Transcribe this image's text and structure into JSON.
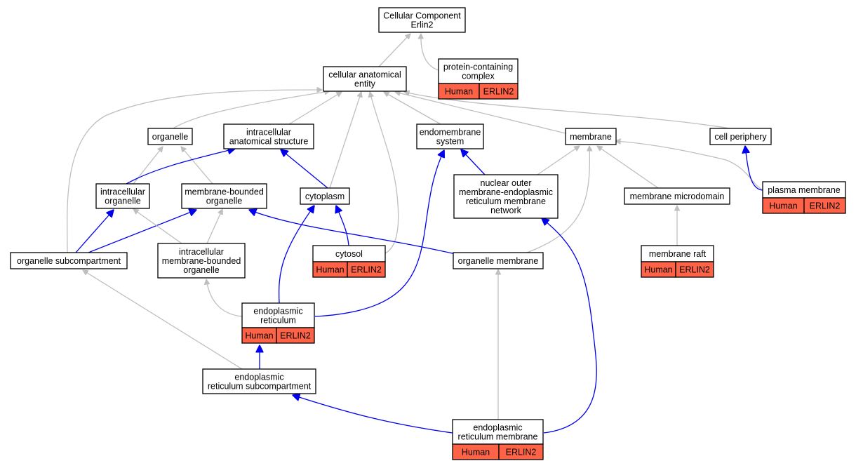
{
  "colors": {
    "is_a_edge": "#bfbfbf",
    "part_of_edge": "#0000ee",
    "annotation_fill": "#ff6347"
  },
  "nodes": [
    {
      "id": "root",
      "lines": [
        "Cellular Component",
        "Erlin2"
      ]
    },
    {
      "id": "pcc",
      "lines": [
        "protein-containing",
        "complex"
      ],
      "annotation": [
        "Human",
        "ERLIN2"
      ]
    },
    {
      "id": "cae",
      "lines": [
        "cellular anatomical",
        "entity"
      ]
    },
    {
      "id": "organelle",
      "lines": [
        "organelle"
      ]
    },
    {
      "id": "ias",
      "lines": [
        "intracellular",
        "anatomical structure"
      ]
    },
    {
      "id": "endomembrane",
      "lines": [
        "endomembrane",
        "system"
      ]
    },
    {
      "id": "membrane",
      "lines": [
        "membrane"
      ]
    },
    {
      "id": "cellperiphery",
      "lines": [
        "cell periphery"
      ]
    },
    {
      "id": "io",
      "lines": [
        "intracellular",
        "organelle"
      ]
    },
    {
      "id": "mbo",
      "lines": [
        "membrane-bounded",
        "organelle"
      ]
    },
    {
      "id": "cytoplasm",
      "lines": [
        "cytoplasm"
      ]
    },
    {
      "id": "nomer",
      "lines": [
        "nuclear outer",
        "membrane-endoplasmic",
        "reticulum membrane",
        "network"
      ]
    },
    {
      "id": "mmd",
      "lines": [
        "membrane microdomain"
      ]
    },
    {
      "id": "plasma",
      "lines": [
        "plasma membrane"
      ],
      "annotation": [
        "Human",
        "ERLIN2"
      ]
    },
    {
      "id": "osub",
      "lines": [
        "organelle subcompartment"
      ]
    },
    {
      "id": "imbo",
      "lines": [
        "intracellular",
        "membrane-bounded",
        "organelle"
      ]
    },
    {
      "id": "cytosol",
      "lines": [
        "cytosol"
      ],
      "annotation": [
        "Human",
        "ERLIN2"
      ]
    },
    {
      "id": "omem",
      "lines": [
        "organelle membrane"
      ]
    },
    {
      "id": "raft",
      "lines": [
        "membrane raft"
      ],
      "annotation": [
        "Human",
        "ERLIN2"
      ]
    },
    {
      "id": "er",
      "lines": [
        "endoplasmic",
        "reticulum"
      ],
      "annotation": [
        "Human",
        "ERLIN2"
      ]
    },
    {
      "id": "ersub",
      "lines": [
        "endoplasmic",
        "reticulum subcompartment"
      ]
    },
    {
      "id": "erm",
      "lines": [
        "endoplasmic",
        "reticulum membrane"
      ],
      "annotation": [
        "Human",
        "ERLIN2"
      ]
    }
  ],
  "edges": [
    {
      "from": "cae",
      "to": "root",
      "relation": "is_a"
    },
    {
      "from": "pcc",
      "to": "root",
      "relation": "is_a"
    },
    {
      "from": "organelle",
      "to": "cae",
      "relation": "is_a"
    },
    {
      "from": "ias",
      "to": "cae",
      "relation": "is_a"
    },
    {
      "from": "endomembrane",
      "to": "cae",
      "relation": "is_a"
    },
    {
      "from": "membrane",
      "to": "cae",
      "relation": "is_a"
    },
    {
      "from": "cellperiphery",
      "to": "cae",
      "relation": "is_a"
    },
    {
      "from": "osub",
      "to": "cae",
      "relation": "is_a"
    },
    {
      "from": "cytoplasm",
      "to": "cae",
      "relation": "is_a"
    },
    {
      "from": "cytosol",
      "to": "cae",
      "relation": "is_a"
    },
    {
      "from": "io",
      "to": "organelle",
      "relation": "is_a"
    },
    {
      "from": "mbo",
      "to": "organelle",
      "relation": "is_a"
    },
    {
      "from": "io",
      "to": "ias",
      "relation": "part_of"
    },
    {
      "from": "cytoplasm",
      "to": "ias",
      "relation": "part_of"
    },
    {
      "from": "nomer",
      "to": "endomembrane",
      "relation": "part_of"
    },
    {
      "from": "nomer",
      "to": "membrane",
      "relation": "is_a"
    },
    {
      "from": "mmd",
      "to": "membrane",
      "relation": "is_a"
    },
    {
      "from": "omem",
      "to": "membrane",
      "relation": "is_a"
    },
    {
      "from": "plasma",
      "to": "membrane",
      "relation": "is_a"
    },
    {
      "from": "plasma",
      "to": "cellperiphery",
      "relation": "part_of"
    },
    {
      "from": "raft",
      "to": "mmd",
      "relation": "is_a"
    },
    {
      "from": "osub",
      "to": "io",
      "relation": "part_of"
    },
    {
      "from": "osub",
      "to": "mbo",
      "relation": "part_of"
    },
    {
      "from": "imbo",
      "to": "io",
      "relation": "is_a"
    },
    {
      "from": "imbo",
      "to": "mbo",
      "relation": "is_a"
    },
    {
      "from": "cytosol",
      "to": "cytoplasm",
      "relation": "part_of"
    },
    {
      "from": "omem",
      "to": "mbo",
      "relation": "part_of"
    },
    {
      "from": "er",
      "to": "imbo",
      "relation": "is_a"
    },
    {
      "from": "er",
      "to": "cytoplasm",
      "relation": "part_of"
    },
    {
      "from": "er",
      "to": "endomembrane",
      "relation": "part_of"
    },
    {
      "from": "ersub",
      "to": "osub",
      "relation": "is_a"
    },
    {
      "from": "ersub",
      "to": "er",
      "relation": "part_of"
    },
    {
      "from": "erm",
      "to": "omem",
      "relation": "is_a"
    },
    {
      "from": "erm",
      "to": "ersub",
      "relation": "part_of"
    },
    {
      "from": "erm",
      "to": "nomer",
      "relation": "part_of"
    }
  ]
}
